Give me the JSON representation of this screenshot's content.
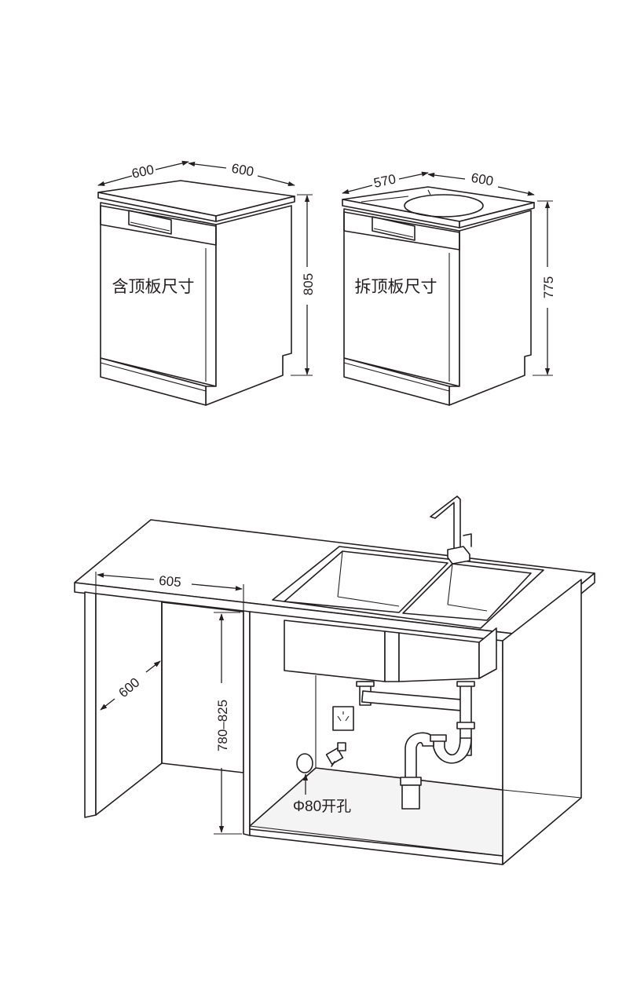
{
  "colors": {
    "line": "#231f20",
    "background": "#ffffff"
  },
  "top_left": {
    "label": "含顶板尺寸",
    "dim_depth": "600",
    "dim_width": "600",
    "dim_height": "805"
  },
  "top_right": {
    "label": "拆顶板尺寸",
    "dim_depth": "570",
    "dim_width": "600",
    "dim_height": "775"
  },
  "bottom": {
    "dim_width": "605",
    "dim_depth": "600",
    "dim_height": "780–825",
    "hole_label": "Φ80开孔"
  },
  "icons": [
    "arrow-icon",
    "power-outlet-icon",
    "faucet-icon",
    "valve-icon"
  ]
}
